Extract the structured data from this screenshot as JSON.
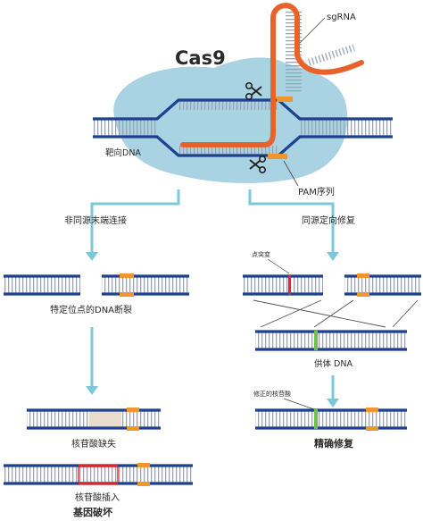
{
  "labels": {
    "cas9": "Cas9",
    "sgrna": "sgRNA",
    "target_dna": "靶向DNA",
    "pam": "PAM序列",
    "nhej": "非同源末端连接",
    "hdr": "同源定向修复",
    "dsb": "特定位点的DNA断裂",
    "point_mutation": "点突变",
    "donor_dna": "供体 DNA",
    "corrected_base": "修正的核苷酸",
    "deletion": "核苷酸缺失",
    "insertion": "核苷酸插入",
    "gene_disruption": "基因破坏",
    "precise_repair": "精确修复"
  },
  "colors": {
    "dna_strand": "#1f3f8f",
    "dna_rung": "#9aa3b3",
    "cas9_body": "#a9d3e3",
    "sgrna": "#e8622c",
    "pam": "#f0962e",
    "arrow": "#7ac8d9",
    "mutation": "#d9282f",
    "corrected": "#6cc24a",
    "deleted_rung": "#e9dccc",
    "outcome_text": "#2a6fc1"
  },
  "icons": [
    "scissors-icon",
    "scissors-icon"
  ]
}
